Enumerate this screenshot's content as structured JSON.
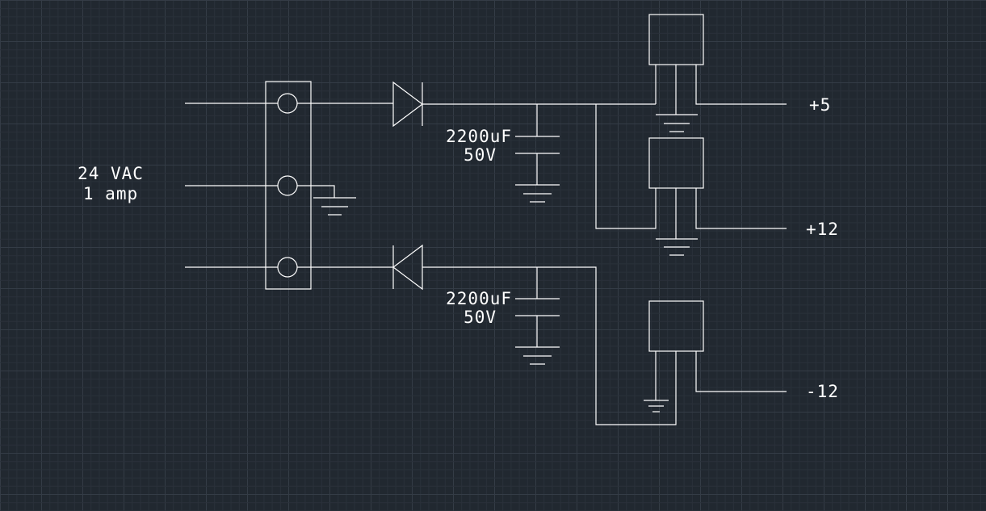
{
  "colors": {
    "background": "#212830",
    "grid_minor": "#2a313a",
    "grid_major": "#343c46",
    "lines": "#ffffff"
  },
  "labels": {
    "source_voltage": "24 VAC",
    "source_current": "1 amp",
    "cap_top_value": "2200uF",
    "cap_top_voltage": "50V",
    "cap_bottom_value": "2200uF",
    "cap_bottom_voltage": "50V",
    "out_plus5": "+5",
    "out_plus12": "+12",
    "out_minus12": "-12"
  }
}
